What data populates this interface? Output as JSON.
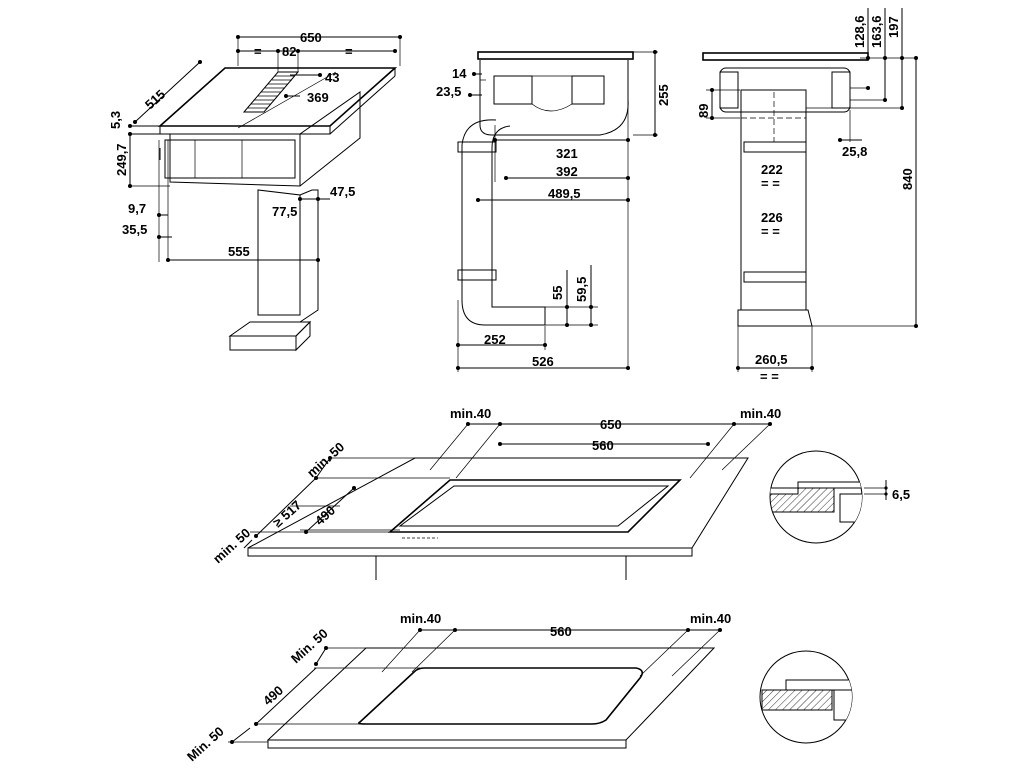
{
  "dims_top_left": {
    "w650": "650",
    "eq_a": "=",
    "w82": "82",
    "eq_b": "=",
    "d515": "515",
    "d43": "43",
    "d369": "369",
    "h5_3": "5,3",
    "h249_7": "249,7",
    "d47_5": "47,5",
    "d77_5": "77,5",
    "d9_7": "9,7",
    "d35_5": "35,5",
    "d555": "555"
  },
  "dims_top_mid": {
    "d14": "14",
    "d23_5": "23,5",
    "d255": "255",
    "d321": "321",
    "d392": "392",
    "d489_5": "489,5",
    "d55": "55",
    "d59_5": "59,5",
    "d252": "252",
    "d526": "526"
  },
  "dims_top_right": {
    "d128_6": "128,6",
    "d163_6": "163,6",
    "d197": "197",
    "d89": "89",
    "d25_8": "25,8",
    "d222": "222",
    "eq_222": "= =",
    "d226": "226",
    "eq_226": "= =",
    "d840": "840",
    "d260_5": "260,5",
    "eq_260": "= ="
  },
  "dims_cutout_1": {
    "min40_left": "min.40",
    "w650": "650",
    "min40_right": "min.40",
    "w560": "560",
    "min50_top": "min. 50",
    "d517": "≥ 517",
    "d490": "490",
    "min50_bottom": "min. 50",
    "d6_5": "6,5"
  },
  "dims_cutout_2": {
    "min40_left": "min.40",
    "w560": "560",
    "min40_right": "min.40",
    "min50_top": "Min. 50",
    "d490": "490",
    "min50_bottom": "Min. 50"
  }
}
